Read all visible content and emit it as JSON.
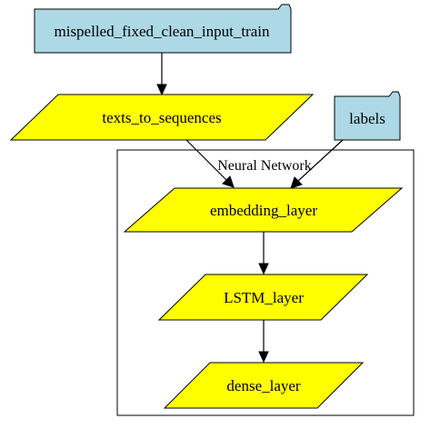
{
  "colors": {
    "folder_fill": "#add8e6",
    "process_fill": "#ffff00",
    "stroke": "#000000",
    "background": "#ffffff"
  },
  "cluster": {
    "label": "Neural Network"
  },
  "nodes": {
    "input_train": {
      "label": "mispelled_fixed_clean_input_train",
      "shape": "folder"
    },
    "texts_to_sequences": {
      "label": "texts_to_sequences",
      "shape": "parallelogram"
    },
    "labels": {
      "label": "labels",
      "shape": "folder"
    },
    "embedding_layer": {
      "label": "embedding_layer",
      "shape": "parallelogram"
    },
    "lstm_layer": {
      "label": "LSTM_layer",
      "shape": "parallelogram"
    },
    "dense_layer": {
      "label": "dense_layer",
      "shape": "parallelogram"
    }
  },
  "edges": [
    {
      "from": "mispelled_fixed_clean_input_train",
      "to": "texts_to_sequences"
    },
    {
      "from": "texts_to_sequences",
      "to": "embedding_layer"
    },
    {
      "from": "labels",
      "to": "embedding_layer"
    },
    {
      "from": "embedding_layer",
      "to": "LSTM_layer"
    },
    {
      "from": "LSTM_layer",
      "to": "dense_layer"
    }
  ]
}
